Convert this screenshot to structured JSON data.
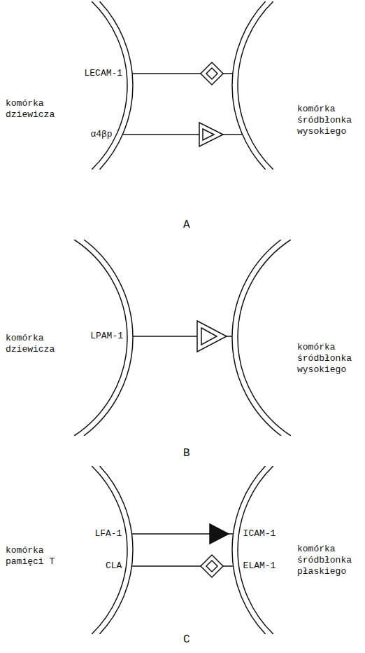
{
  "diagram": {
    "nodes": [
      {
        "text": [
          "komórka dziewicza"
        ]
      },
      {
        "text": [
          "komórka śródbłonka wysokiego"
        ]
      },
      {
        "text": [
          "komórka dziewicza"
        ]
      },
      {
        "text": [
          "komórka śródbłonka wysokiego"
        ]
      },
      {
        "text": [
          "komórka pamięci T"
        ]
      },
      {
        "text": [
          "komórka śródbłonka płaskiego"
        ]
      }
    ],
    "edges": [
      {
        "from": 0,
        "to": 1,
        "arrow": "none",
        "label": "LECAM-1"
      },
      {
        "from": 0,
        "to": 1,
        "arrow": "none",
        "label": "α4βp"
      },
      {
        "from": 2,
        "to": 3,
        "arrow": "none",
        "label": "LPAM-1"
      },
      {
        "from": 4,
        "to": 5,
        "arrow": "none",
        "label": "LFA-1"
      },
      {
        "from": 4,
        "to": 5,
        "arrow": "none",
        "label": "CLA"
      }
    ],
    "labels": [
      "A",
      "B",
      "C",
      "ICAM-1",
      "ELAM-1"
    ]
  }
}
